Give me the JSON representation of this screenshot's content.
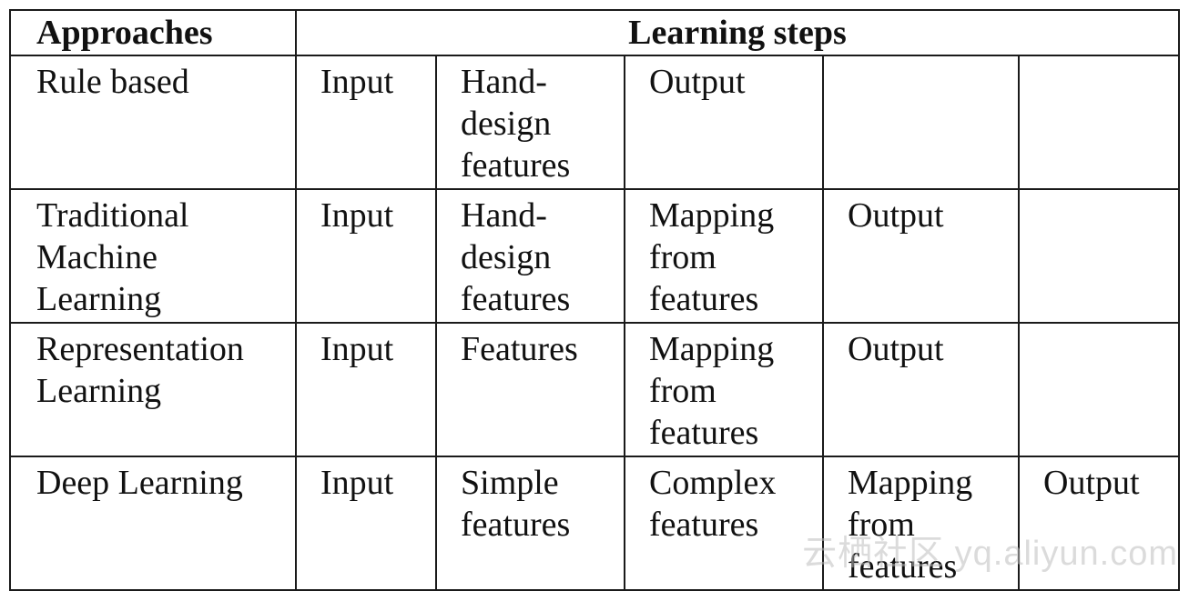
{
  "table": {
    "headers": {
      "approaches": "Approaches",
      "learning_steps": "Learning steps"
    },
    "rows": [
      {
        "approach": "Rule based",
        "steps": [
          "Input",
          "Hand-\ndesign\nfeatures",
          "Output",
          "",
          ""
        ]
      },
      {
        "approach": "Traditional\nMachine\nLearning",
        "steps": [
          "Input",
          "Hand-\ndesign\nfeatures",
          "Mapping\nfrom\nfeatures",
          "Output",
          ""
        ]
      },
      {
        "approach": "Representation\nLearning",
        "steps": [
          "Input",
          "Features",
          "Mapping\nfrom\nfeatures",
          "Output",
          ""
        ]
      },
      {
        "approach": "Deep Learning",
        "steps": [
          "Input",
          "Simple\nfeatures",
          "Complex\nfeatures",
          "Mapping\nfrom\nfeatures",
          "Output"
        ]
      }
    ]
  },
  "watermark": "云栖社区 yq.aliyun.com"
}
